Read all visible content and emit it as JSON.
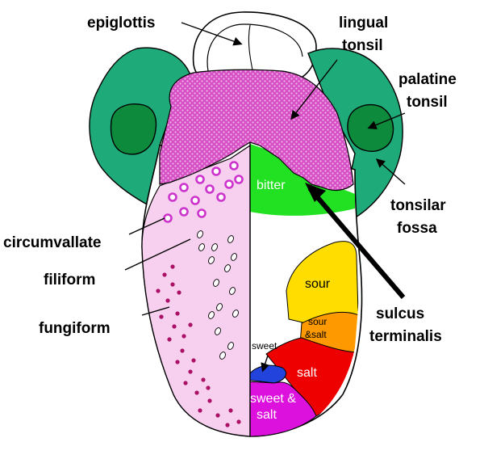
{
  "labels": {
    "epiglottis": "epiglottis",
    "lingual_1": "lingual",
    "lingual_2": "tonsil",
    "palatine_1": "palatine",
    "palatine_2": "tonsil",
    "tonsilar_1": "tonsilar",
    "tonsilar_2": "fossa",
    "circumvallate": "circumvallate",
    "filiform": "filiform",
    "fungiform": "fungiform",
    "sulcus_1": "sulcus",
    "sulcus_2": "terminalis"
  },
  "taste_regions": {
    "bitter": "bitter",
    "sour": "sour",
    "sour_salt_1": "sour",
    "sour_salt_2": "&salt",
    "salt": "salt",
    "sweet": "sweet",
    "sweet_salt_1": "sweet &",
    "sweet_salt_2": "salt"
  },
  "colors": {
    "tonsil_green": "#1faa7a",
    "tonsil_dark": "#0e8a3c",
    "lingual_magenta": "#cc44bb",
    "left_half_pink": "#f7d0ef",
    "bitter_green": "#22e022",
    "sour_yellow": "#ffdd00",
    "sour_salt_orange": "#ff9900",
    "salt_red": "#ee0000",
    "sweet_blue": "#2244dd",
    "sweet_salt_magenta": "#dd11dd",
    "papilla_purple": "#cc33cc",
    "fungiform_dot": "#aa1166"
  }
}
